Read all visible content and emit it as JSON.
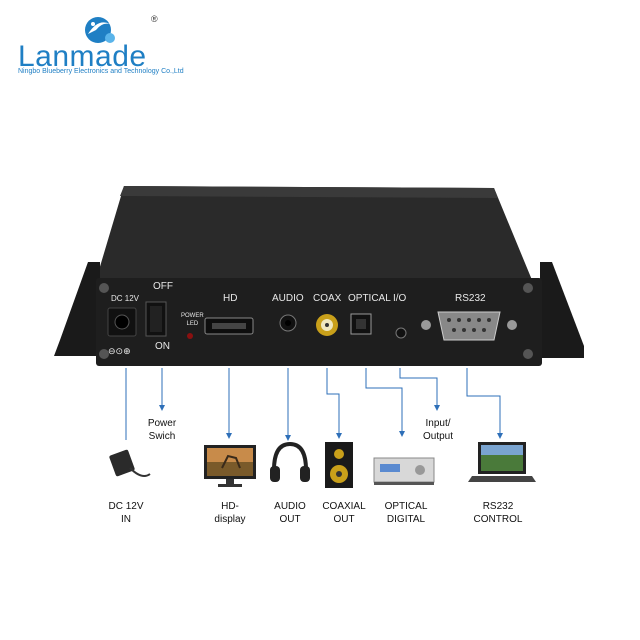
{
  "brand": {
    "name": "Lanmade",
    "subtitle": "Ningbo Blueberry Electronics and Technology Co.,Ltd",
    "registered": "®"
  },
  "panel": {
    "dc": "DC 12V",
    "off": "OFF",
    "on": "ON",
    "power_led": "POWER\nLED",
    "hd": "HD",
    "audio": "AUDIO",
    "coax": "COAX",
    "optical": "OPTICAL",
    "io": "I/O",
    "rs232": "RS232",
    "polarity": "⊖⊙⊕"
  },
  "callouts": {
    "power_switch": "Power\nSwich",
    "input_output": "Input/\nOutput"
  },
  "devices": [
    {
      "label": "DC 12V\nIN"
    },
    {
      "label": "HD-\ndisplay"
    },
    {
      "label": "AUDIO\nOUT"
    },
    {
      "label": "COAXIAL\nOUT"
    },
    {
      "label": "OPTICAL\nDIGITAL"
    },
    {
      "label": "RS232\nCONTROL"
    }
  ],
  "colors": {
    "brand_blue": "#1f7fc4",
    "line_blue": "#2e6fb8",
    "box_black": "#1e1e1e"
  }
}
